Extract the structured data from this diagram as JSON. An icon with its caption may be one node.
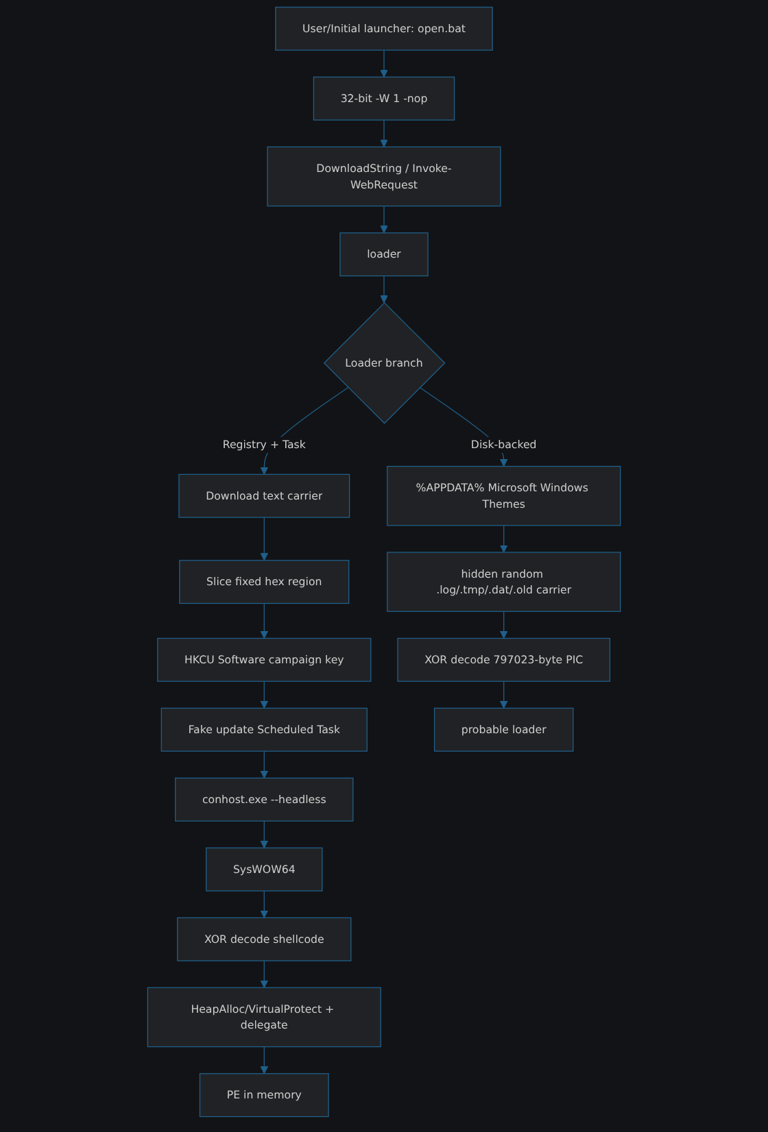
{
  "diagram": {
    "nodes": [
      {
        "text": [
          "User/Initial launcher: open.bat"
        ]
      },
      {
        "text": [
          "32-bit -W 1 -nop"
        ]
      },
      {
        "text": [
          "DownloadString / Invoke-WebRequest"
        ]
      },
      {
        "text": [
          "loader"
        ]
      },
      {
        "text": [
          "Loader branch"
        ]
      },
      {
        "text": [
          "Download text carrier"
        ]
      },
      {
        "text": [
          "Slice fixed hex region"
        ]
      },
      {
        "text": [
          "HKCU Software campaign key"
        ]
      },
      {
        "text": [
          "Fake update Scheduled Task"
        ]
      },
      {
        "text": [
          "conhost.exe --headless"
        ]
      },
      {
        "text": [
          "SysWOW64"
        ]
      },
      {
        "text": [
          "XOR decode shellcode"
        ]
      },
      {
        "text": [
          "HeapAlloc/VirtualProtect + delegate"
        ]
      },
      {
        "text": [
          "PE in memory"
        ]
      },
      {
        "text": [
          "%APPDATA% Microsoft Windows Themes"
        ]
      },
      {
        "text": [
          "hidden random .log/.tmp/.dat/.old carrier"
        ]
      },
      {
        "text": [
          "XOR decode 797023-byte PIC"
        ]
      },
      {
        "text": [
          "probable loader"
        ]
      }
    ],
    "edges": [
      {
        "from": 0,
        "to": 1,
        "arrow": "to"
      },
      {
        "from": 1,
        "to": 2,
        "arrow": "to"
      },
      {
        "from": 2,
        "to": 3,
        "arrow": "to"
      },
      {
        "from": 3,
        "to": 4,
        "arrow": "to"
      },
      {
        "from": 4,
        "to": 5,
        "arrow": "to",
        "label": "Registry + Task"
      },
      {
        "from": 5,
        "to": 6,
        "arrow": "to"
      },
      {
        "from": 6,
        "to": 7,
        "arrow": "to"
      },
      {
        "from": 7,
        "to": 8,
        "arrow": "to"
      },
      {
        "from": 8,
        "to": 9,
        "arrow": "to"
      },
      {
        "from": 9,
        "to": 10,
        "arrow": "to"
      },
      {
        "from": 10,
        "to": 11,
        "arrow": "to"
      },
      {
        "from": 11,
        "to": 12,
        "arrow": "to"
      },
      {
        "from": 12,
        "to": 13,
        "arrow": "to"
      },
      {
        "from": 4,
        "to": 14,
        "arrow": "to",
        "label": "Disk-backed"
      },
      {
        "from": 14,
        "to": 15,
        "arrow": "to"
      },
      {
        "from": 15,
        "to": 16,
        "arrow": "to"
      },
      {
        "from": 16,
        "to": 17,
        "arrow": "to"
      }
    ]
  }
}
